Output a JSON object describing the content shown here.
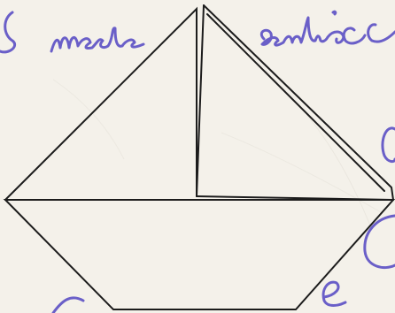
{
  "photo": {
    "paper_color": "#f4f1ea",
    "ink_color": "#6a5fc8",
    "pencil_color": "#1c1c1c"
  },
  "handwriting": {
    "word_left": "meste",
    "word_right": "sentia",
    "letter_bottom": "e"
  }
}
